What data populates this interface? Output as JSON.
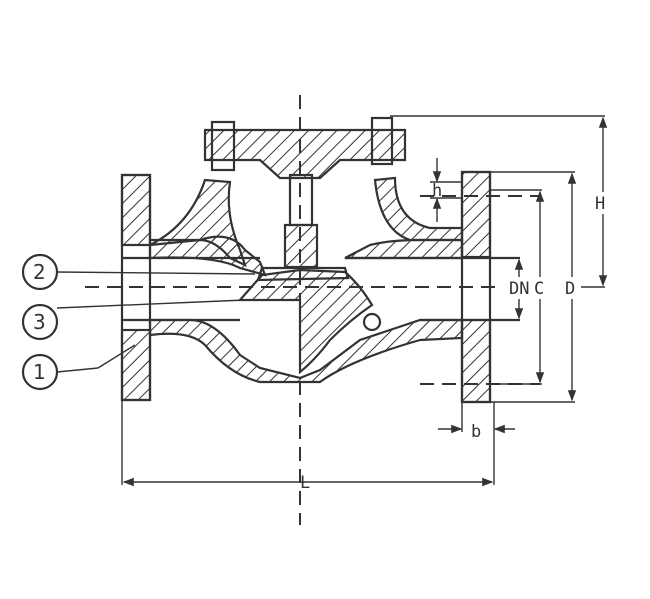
{
  "parts": [
    {
      "number": "2"
    },
    {
      "number": "3"
    },
    {
      "number": "1"
    }
  ],
  "dimensions": {
    "h": "h",
    "H": "H",
    "DN": "DN",
    "C": "C",
    "D": "D",
    "b": "b",
    "L": "L"
  },
  "line_color": "#333333"
}
